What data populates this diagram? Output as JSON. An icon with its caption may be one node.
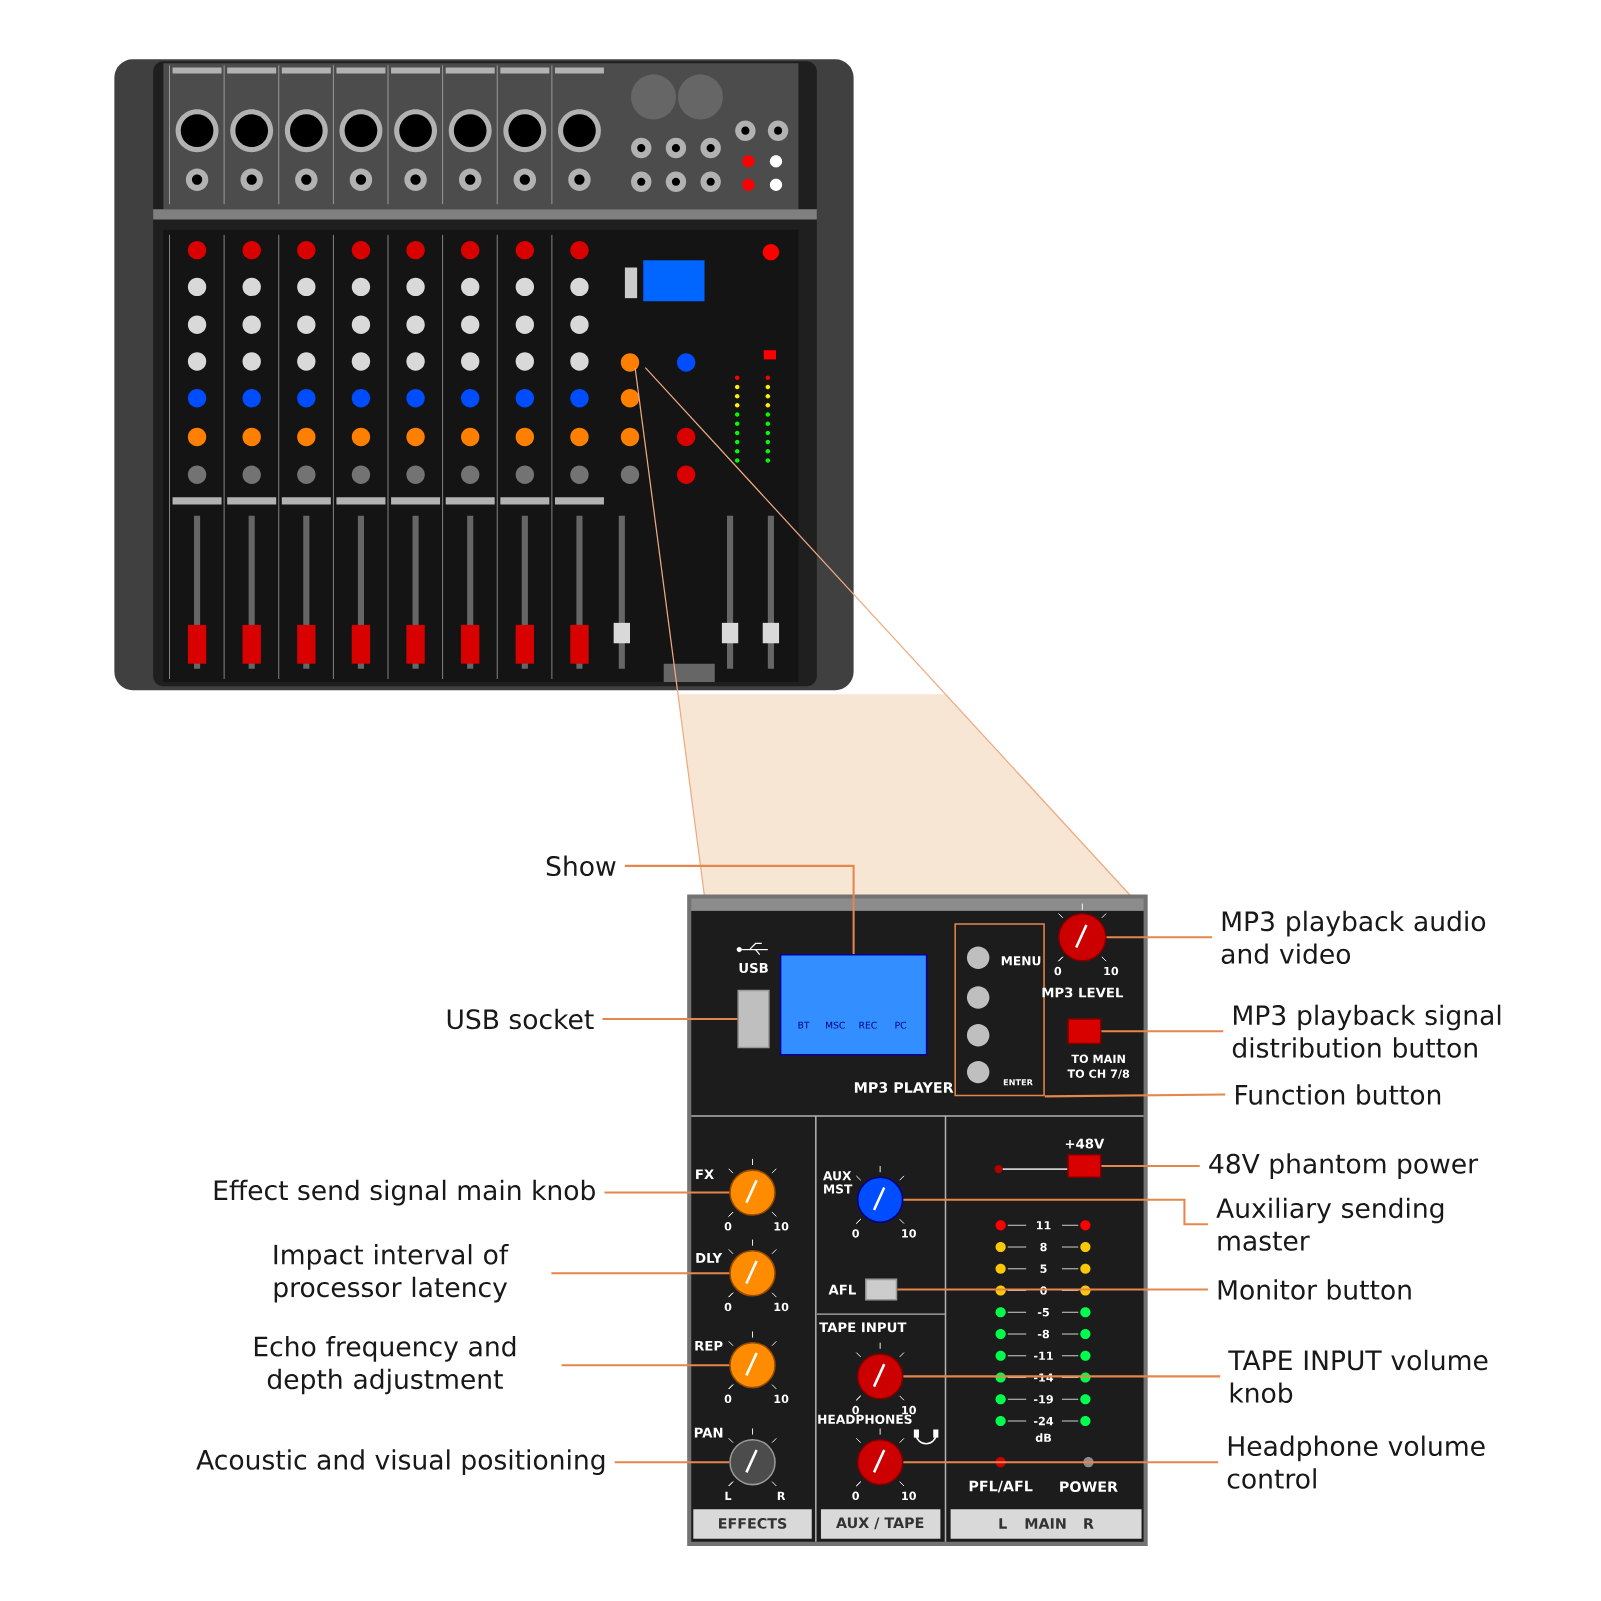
{
  "diagram": {
    "nodes": [
      {
        "text": [
          "Show"
        ]
      },
      {
        "text": [
          "USB socket"
        ]
      },
      {
        "text": [
          "MP3 playback audio and video"
        ]
      },
      {
        "text": [
          "MP3 playback signal distribution button"
        ]
      },
      {
        "text": [
          "Function button"
        ]
      },
      {
        "text": [
          "Effect send signal main knob"
        ]
      },
      {
        "text": [
          "48V phantom power"
        ]
      },
      {
        "text": [
          "Auxiliary sending master"
        ]
      },
      {
        "text": [
          "Impact interval of processor latency"
        ]
      },
      {
        "text": [
          "Monitor button"
        ]
      },
      {
        "text": [
          "Echo frequency and depth adjustment"
        ]
      },
      {
        "text": [
          "TAPE INPUT volume knob"
        ]
      },
      {
        "text": [
          "Acoustic and visual positioning"
        ]
      },
      {
        "text": [
          "Headphone volume control"
        ]
      },
      {
        "text": [],
        "shape": "box"
      },
      {
        "text": [],
        "shape": "box"
      },
      {
        "text": [],
        "shape": "circle"
      },
      {
        "text": [],
        "shape": "box"
      },
      {
        "text": [],
        "shape": "box"
      },
      {
        "text": [],
        "shape": "circle"
      },
      {
        "text": [],
        "shape": "circle"
      },
      {
        "text": [],
        "shape": "circle"
      },
      {
        "text": [],
        "shape": "circle"
      },
      {
        "text": [],
        "shape": "circle"
      },
      {
        "text": [],
        "shape": "box"
      },
      {
        "text": [],
        "shape": "box"
      },
      {
        "text": [],
        "shape": "circle"
      },
      {
        "text": [],
        "shape": "circle"
      }
    ],
    "edges": [
      {
        "from": 0,
        "to": 14,
        "arrow": "none"
      },
      {
        "from": 1,
        "to": 15,
        "arrow": "none"
      },
      {
        "from": 2,
        "to": 16,
        "arrow": "none"
      },
      {
        "from": 3,
        "to": 17,
        "arrow": "none"
      },
      {
        "from": 4,
        "to": 18,
        "arrow": "none"
      },
      {
        "from": 5,
        "to": 19,
        "arrow": "none"
      },
      {
        "from": 6,
        "to": 25,
        "arrow": "none"
      },
      {
        "from": 7,
        "to": 23,
        "arrow": "none"
      },
      {
        "from": 8,
        "to": 20,
        "arrow": "none"
      },
      {
        "from": 9,
        "to": 24,
        "arrow": "none"
      },
      {
        "from": 10,
        "to": 21,
        "arrow": "none"
      },
      {
        "from": 11,
        "to": 26,
        "arrow": "none"
      },
      {
        "from": 12,
        "to": 22,
        "arrow": "none"
      },
      {
        "from": 13,
        "to": 27,
        "arrow": "none"
      }
    ],
    "labels": [
      "USB",
      "BT",
      "MSC",
      "REC",
      "PC",
      "MENU",
      "ENTER",
      "MP3 LEVEL",
      "0",
      "10",
      "TO MAIN",
      "TO CH 7/8",
      "MP3 PLAYER",
      "FX",
      "0",
      "10",
      "DLY",
      "0",
      "10",
      "REP",
      "0",
      "10",
      "PAN",
      "L",
      "R",
      "AUX MST",
      "0",
      "10",
      "AFL",
      "TAPE INPUT",
      "0",
      "10",
      "HEADPHONES",
      "0",
      "10",
      "+48V",
      "11",
      "8",
      "5",
      "0",
      "-5",
      "-8",
      "-11",
      "-14",
      "-19",
      "-24",
      "dB",
      "PFL/AFL",
      "POWER",
      "EFFECTS",
      "AUX / TAPE",
      "L",
      "MAIN",
      "R"
    ]
  }
}
